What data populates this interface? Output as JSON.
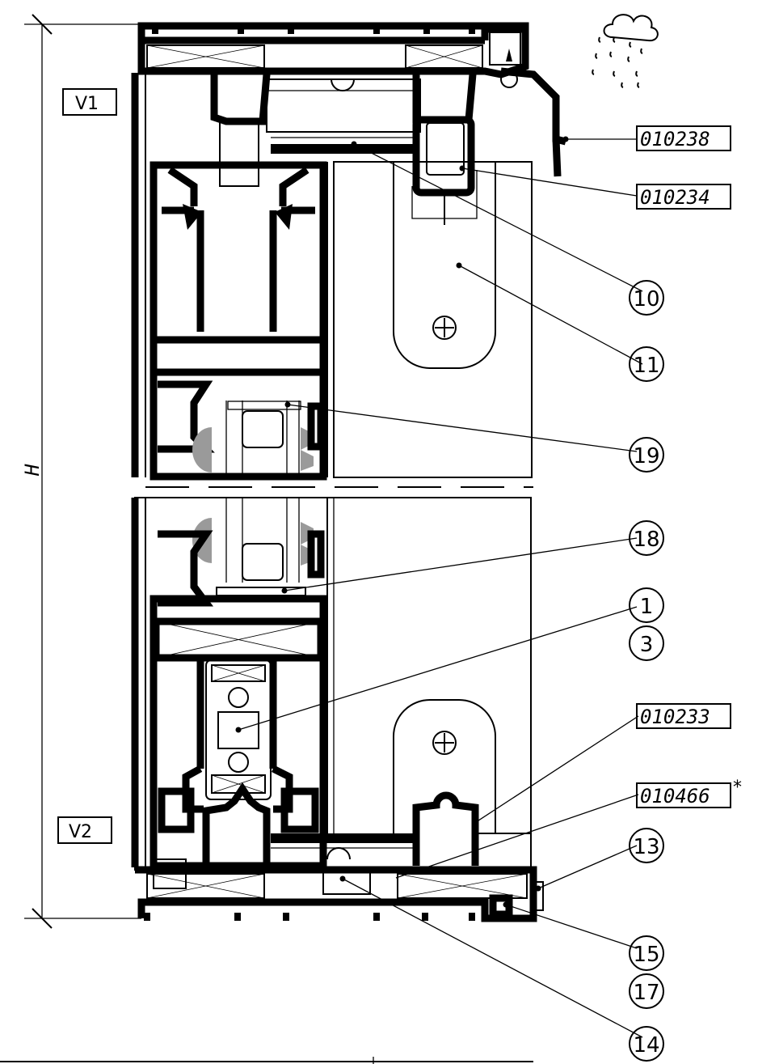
{
  "drawing": {
    "dimension_label": "H",
    "zones": {
      "top": "V1",
      "bottom": "V2"
    },
    "profile_codes": [
      {
        "id": "code-010238",
        "text": "010238"
      },
      {
        "id": "code-010234",
        "text": "010234"
      },
      {
        "id": "code-010233",
        "text": "010233"
      },
      {
        "id": "code-010466",
        "text": "010466",
        "mark": "*"
      }
    ],
    "callouts": [
      "10",
      "11",
      "19",
      "18",
      "1",
      "3",
      "13",
      "15",
      "17",
      "14"
    ],
    "icons": [
      "rain-cloud-icon",
      "screw-head-icon"
    ]
  }
}
